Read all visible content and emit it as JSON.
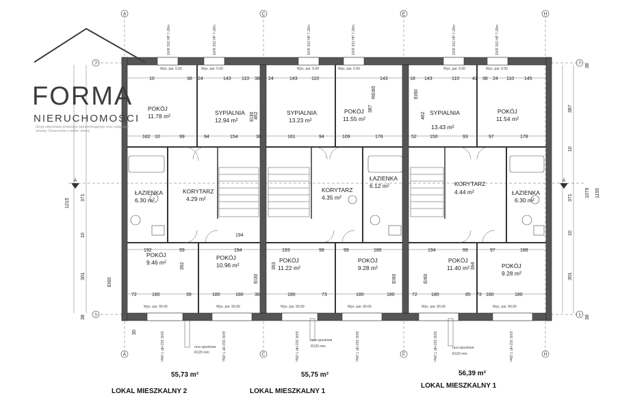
{
  "logo": {
    "title": "FORMA",
    "subtitle": "NIERUCHOMOŚCI",
    "small_text": "Sesja odpowiada prawnego reprezentującego oraz mającego umowy. Oznaczenie z wewn. strony"
  },
  "rooms": [
    {
      "name": "POKÓJ",
      "area": "11.78 m²"
    },
    {
      "name": "SYPIALNIA",
      "area": "12.94 m²"
    },
    {
      "name": "SYPIALNIA",
      "area": "13.23 m²"
    },
    {
      "name": "POKÓJ",
      "area": "11.55 m²"
    },
    {
      "name": "SYPIALNIA",
      "area": "13.43 m²"
    },
    {
      "name": "POKÓJ",
      "area": "11.54 m²"
    },
    {
      "name": "ŁAZIENKA",
      "area": "6.30 m²"
    },
    {
      "name": "KORYTARZ",
      "area": "4.29 m²"
    },
    {
      "name": "KORYTARZ",
      "area": "4.35 m²"
    },
    {
      "name": "ŁAZIENKA",
      "area": "6.12 m²"
    },
    {
      "name": "KORYTARZ",
      "area": "4.44 m²"
    },
    {
      "name": "ŁAZIENKA",
      "area": "6.30 m²"
    },
    {
      "name": "POKÓJ",
      "area": "9.46 m²"
    },
    {
      "name": "POKÓJ",
      "area": "10.96 m²"
    },
    {
      "name": "POKÓJ",
      "area": "11.22 m²"
    },
    {
      "name": "POKÓJ",
      "area": "9.28 m²"
    },
    {
      "name": "POKÓJ",
      "area": "11.40 m²"
    },
    {
      "name": "POKÓJ",
      "area": "9.28 m²"
    }
  ],
  "grid_axes": [
    "A",
    "C",
    "E",
    "F",
    "H",
    "7",
    "1"
  ],
  "window_labels": {
    "top": "EKR 302 HP 7-28m",
    "bottom": "EKR 302 HP 7-28m",
    "sill": "Wys. par. 0.00",
    "sill_bottom": "Wys. par. 90.00"
  },
  "downpipe": {
    "label": "rura spustowa",
    "size": "R120 mm"
  },
  "fire_walls": [
    "EI30",
    "EI60",
    "REI60"
  ],
  "section_marker": "A",
  "right_dims": {
    "top": "387",
    "mid": "371",
    "bottom": "301",
    "total_a": "1079",
    "total_b": "1155",
    "small_a": "10",
    "small_b": "38"
  },
  "left_dims": {
    "total": "1215",
    "a": "371",
    "b": "10",
    "c": "301",
    "d": "38",
    "e": "30"
  },
  "top_dims": [
    "10",
    "38",
    "24",
    "143",
    "110",
    "38",
    "24",
    "143",
    "110",
    "143",
    "18",
    "42",
    "110",
    "38",
    "24",
    "143",
    "110",
    "145"
  ],
  "mid_dims_top": [
    "182",
    "10",
    "99",
    "94",
    "154",
    "36",
    "161",
    "94",
    "109",
    "176",
    "52",
    "150",
    "93",
    "97",
    "178"
  ],
  "mid_dims_bottom": [
    "192",
    "99",
    "194",
    "194",
    "193",
    "98",
    "99",
    "186",
    "194",
    "99",
    "97",
    "188"
  ],
  "bottom_dims": [
    "72",
    "180",
    "39",
    "180",
    "180",
    "36",
    "180",
    "73",
    "180",
    "180",
    "72",
    "180",
    "85",
    "180",
    "73",
    "180"
  ],
  "room_depths": [
    "462",
    "387",
    "462",
    "392",
    "393",
    "394"
  ],
  "units": [
    {
      "area": "55,73 m²",
      "label": "LOKAL MIESZKALNY 2"
    },
    {
      "area": "55,75 m²",
      "label": "LOKAL MIESZKALNY 1"
    },
    {
      "area": "56,39 m²",
      "label": "LOKAL MIESZKALNY 1"
    }
  ]
}
